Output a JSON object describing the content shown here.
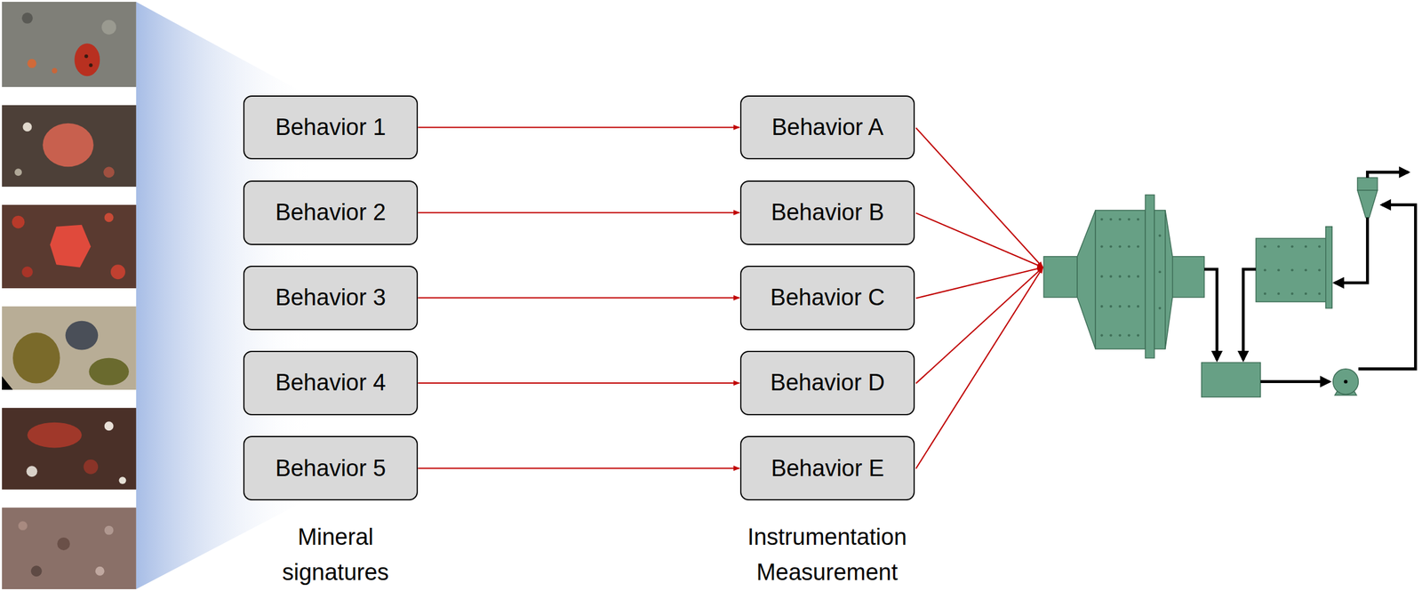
{
  "diagram": {
    "nodes": [
      {
        "text": [
          "Behavior 1"
        ]
      },
      {
        "text": [
          "Behavior 2"
        ]
      },
      {
        "text": [
          "Behavior 3"
        ]
      },
      {
        "text": [
          "Behavior 4"
        ]
      },
      {
        "text": [
          "Behavior 5"
        ]
      },
      {
        "text": [
          "Behavior A"
        ]
      },
      {
        "text": [
          "Behavior B"
        ]
      },
      {
        "text": [
          "Behavior C"
        ]
      },
      {
        "text": [
          "Behavior D"
        ]
      },
      {
        "text": [
          "Behavior E"
        ]
      }
    ],
    "edges": [
      {
        "from": 0,
        "to": 5,
        "arrow": "to"
      },
      {
        "from": 1,
        "to": 6,
        "arrow": "to"
      },
      {
        "from": 2,
        "to": 7,
        "arrow": "to"
      },
      {
        "from": 3,
        "to": 8,
        "arrow": "to"
      },
      {
        "from": 4,
        "to": 9,
        "arrow": "to"
      }
    ],
    "labels": [
      "Mineral signatures",
      "Instrumentation Measurement"
    ]
  }
}
